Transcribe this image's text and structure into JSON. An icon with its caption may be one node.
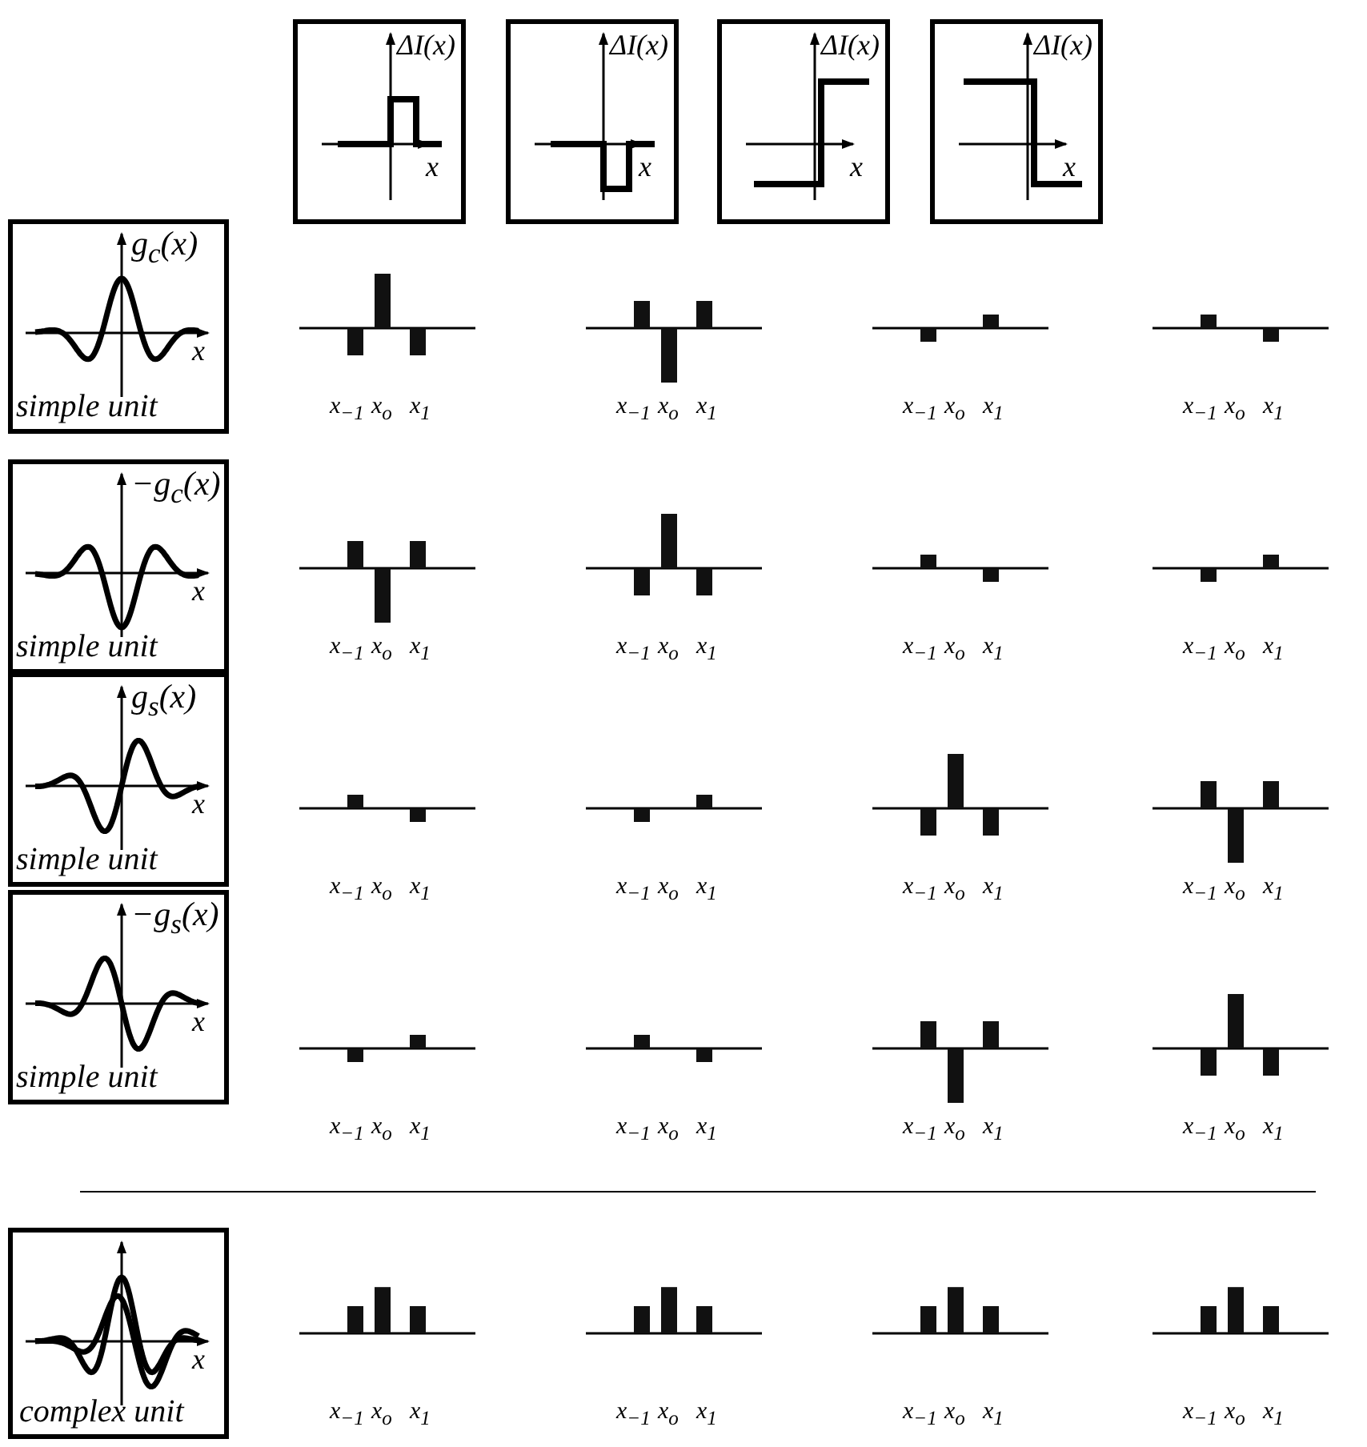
{
  "diagram": {
    "nodes": [
      {
        "text": [
          "ΔI(x)",
          "x"
        ]
      },
      {
        "text": [
          "ΔI(x)",
          "x"
        ]
      },
      {
        "text": [
          "ΔI(x)",
          "x"
        ]
      },
      {
        "text": [
          "ΔI(x)",
          "x"
        ]
      },
      {
        "text": [
          "g$_{c}$(x)",
          "x",
          "simple unit"
        ]
      },
      {
        "text": [
          "−g$_{c}$(x)",
          "x",
          "simple unit"
        ]
      },
      {
        "text": [
          "g$_{s}$(x)",
          "x",
          "simple unit"
        ]
      },
      {
        "text": [
          "−g$_{s}$(x)",
          "x",
          "simple unit"
        ]
      },
      {
        "text": [
          "x",
          "complex unit"
        ]
      }
    ],
    "labels": [
      "x$_{−1}$",
      "x$_{o}$",
      "x$_{1}$",
      "x$_{−1}$",
      "x$_{o}$",
      "x$_{1}$",
      "x$_{−1}$",
      "x$_{o}$",
      "x$_{1}$",
      "x$_{−1}$",
      "x$_{o}$",
      "x$_{1}$",
      "x$_{−1}$",
      "x$_{o}$",
      "x$_{1}$",
      "x$_{−1}$",
      "x$_{o}$",
      "x$_{1}$",
      "x$_{−1}$",
      "x$_{o}$",
      "x$_{1}$",
      "x$_{−1}$",
      "x$_{o}$",
      "x$_{1}$",
      "x$_{−1}$",
      "x$_{o}$",
      "x$_{1}$",
      "x$_{−1}$",
      "x$_{o}$",
      "x$_{1}$",
      "x$_{−1}$",
      "x$_{o}$",
      "x$_{1}$",
      "x$_{−1}$",
      "x$_{o}$",
      "x$_{1}$",
      "x$_{−1}$",
      "x$_{o}$",
      "x$_{1}$",
      "x$_{−1}$",
      "x$_{o}$",
      "x$_{1}$",
      "x$_{−1}$",
      "x$_{o}$",
      "x$_{1}$",
      "x$_{−1}$",
      "x$_{o}$",
      "x$_{1}$",
      "x$_{−1}$",
      "x$_{o}$",
      "x$_{1}$",
      "x$_{−1}$",
      "x$_{o}$",
      "x$_{1}$",
      "x$_{−1}$",
      "x$_{o}$",
      "x$_{1}$",
      "x$_{−1}$",
      "x$_{o}$",
      "x$_{1}$"
    ]
  }
}
